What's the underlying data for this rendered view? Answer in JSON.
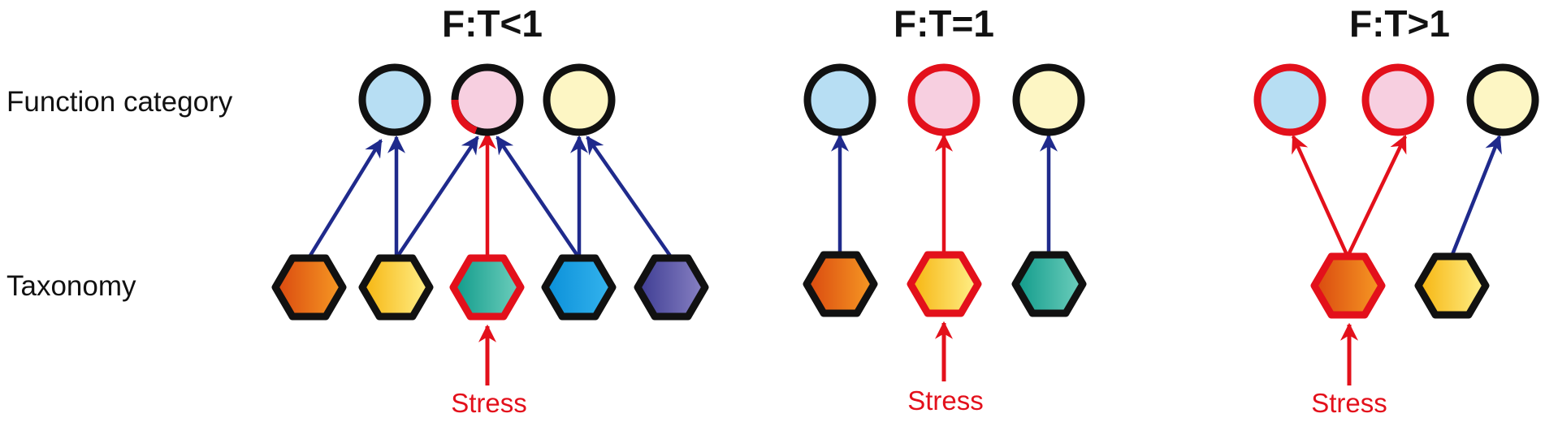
{
  "row_labels": {
    "function": "Function category",
    "taxonomy": "Taxonomy"
  },
  "panels": [
    {
      "title": "F:T<1",
      "stress_label": "Stress"
    },
    {
      "title": "F:T=1",
      "stress_label": "Stress"
    },
    {
      "title": "F:T>1",
      "stress_label": "Stress"
    }
  ],
  "colors": {
    "blue_link": "#1f2a8c",
    "red_link": "#e3101b",
    "node_outline": "#111111",
    "function_blue": "#b7def3",
    "function_pink": "#f7cfe0",
    "function_yellow": "#fdf6c4",
    "taxon_orange": "orange-gradient",
    "taxon_yellow": "yellow-gradient",
    "taxon_teal": "teal-gradient",
    "taxon_blue": "blue-gradient",
    "taxon_purple": "purple-gradient"
  }
}
